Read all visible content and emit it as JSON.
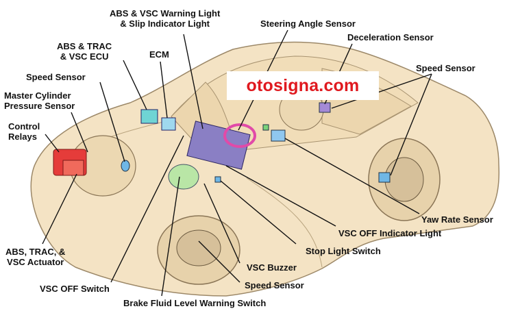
{
  "watermark": {
    "text": "otosigna.com",
    "color": "#e0191f"
  },
  "colors": {
    "car_body": "#f4e3c4",
    "car_outline": "#9c8868",
    "leader_line": "#111111",
    "label_text": "#111111"
  },
  "labels": {
    "abs_vsc_warning_light": "ABS & VSC Warning Light\n& Slip Indicator Light",
    "steering_angle_sensor": "Steering Angle Sensor",
    "deceleration_sensor": "Deceleration Sensor",
    "abs_trac_vsc_ecu": "ABS & TRAC\n& VSC ECU",
    "ecm": "ECM",
    "speed_sensor_right": "Speed Sensor",
    "speed_sensor_left": "Speed Sensor",
    "master_cylinder_pressure_sensor": "Master Cylinder\nPressure Sensor",
    "control_relays": "Control\nRelays",
    "yaw_rate_sensor": "Yaw Rate Sensor",
    "vsc_off_indicator_light": "VSC OFF Indicator Light",
    "stop_light_switch": "Stop Light Switch",
    "abs_trac_vsc_actuator": "ABS, TRAC, &\nVSC Actuator",
    "vsc_buzzer": "VSC Buzzer",
    "vsc_off_switch": "VSC OFF Switch",
    "speed_sensor_bottom": "Speed Sensor",
    "brake_fluid_level_warning_switch": "Brake Fluid Level Warning Switch"
  }
}
